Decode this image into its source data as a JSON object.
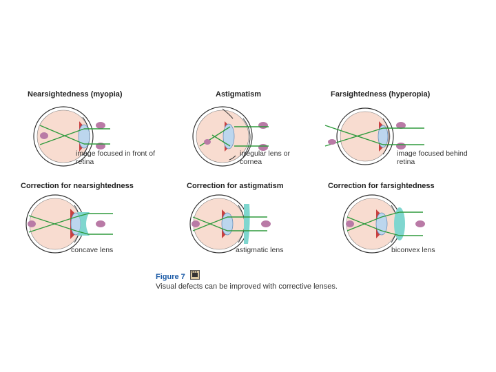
{
  "panels": [
    {
      "id": "myopia",
      "title": "Nearsightedness (myopia)",
      "caption": "image focused in front of retina"
    },
    {
      "id": "astig",
      "title": "Astigmatism",
      "caption": "irregular lens or cornea"
    },
    {
      "id": "hyper",
      "title": "Farsightedness (hyperopia)",
      "caption": "image focused behind retina"
    },
    {
      "id": "corr-myopia",
      "title": "Correction for nearsightedness",
      "caption": "concave lens"
    },
    {
      "id": "corr-astig",
      "title": "Correction for astigmatism",
      "caption": "astigmatic lens"
    },
    {
      "id": "corr-hyper",
      "title": "Correction for farsightedness",
      "caption": "biconvex lens"
    }
  ],
  "figure": {
    "label": "Figure 7",
    "icon": "film-clip-icon",
    "caption": "Visual defects can be improved with corrective lenses."
  },
  "colors": {
    "eyeball": "#f8dcd0",
    "lens": "#bcd6ee",
    "ray": "#2e9a3c",
    "object": "#b97aa6",
    "corrective_lens": "#7fd6cf",
    "figure_label": "#1b5aa6"
  }
}
